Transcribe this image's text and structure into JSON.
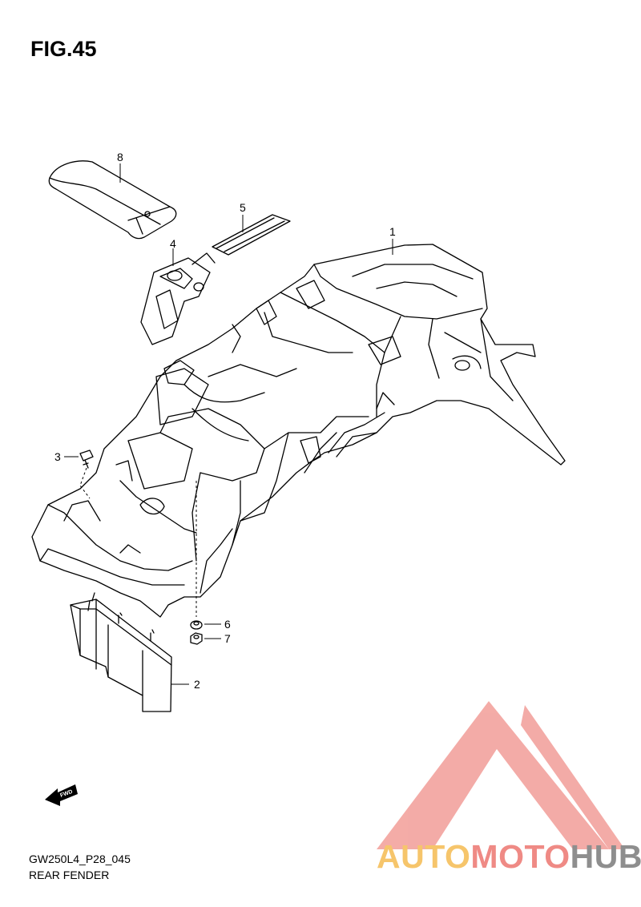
{
  "figure": {
    "title": "FIG.45",
    "code": "GW250L4_P28_045",
    "name": "REAR FENDER"
  },
  "callouts": [
    {
      "id": "1",
      "label": "1"
    },
    {
      "id": "2",
      "label": "2"
    },
    {
      "id": "3",
      "label": "3"
    },
    {
      "id": "4",
      "label": "4"
    },
    {
      "id": "5",
      "label": "5"
    },
    {
      "id": "6",
      "label": "6"
    },
    {
      "id": "7",
      "label": "7"
    },
    {
      "id": "8",
      "label": "8"
    }
  ],
  "fwd_arrow": {
    "label": "FWD",
    "icon": "forward-direction-arrow-icon"
  },
  "watermark": {
    "text_part1": "AUTO",
    "text_part2": "MOTO",
    "text_part3": "HUB",
    "colors": {
      "auto": "#f6c56b",
      "moto": "#ef8a85",
      "hub": "#8e8e8e",
      "triangle": "#f29d98"
    }
  }
}
